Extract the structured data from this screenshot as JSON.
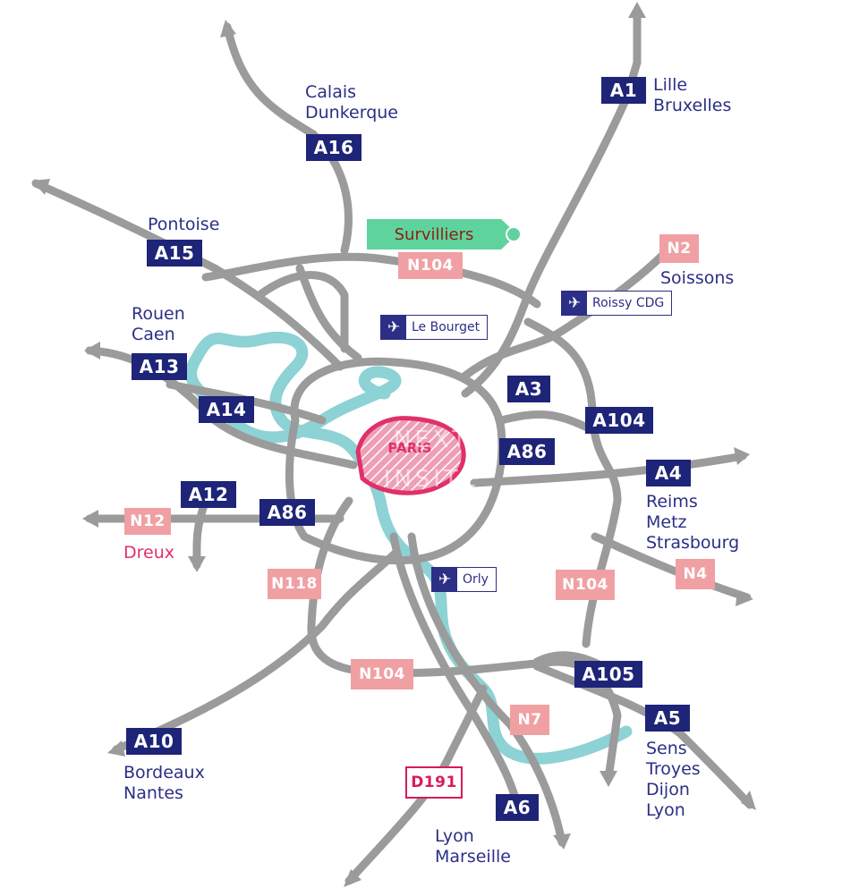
{
  "map": {
    "city_label": "PARIS",
    "watermark": [
      "NEXT",
      "INSITE"
    ],
    "colors": {
      "motorway": "#1e2477",
      "national": "#f0a0a3",
      "departmental": "#d81c56",
      "road": "#9b9b9b",
      "river": "#8dd2d4",
      "city": "#e0306a",
      "marker": "#5fd39e",
      "text": "#2b2f86"
    },
    "marker": {
      "label": "Survilliers",
      "icon": "location-dot"
    },
    "badges": [
      {
        "id": "a1",
        "text": "A1",
        "kind": "motorway"
      },
      {
        "id": "a16",
        "text": "A16",
        "kind": "motorway"
      },
      {
        "id": "a15",
        "text": "A15",
        "kind": "motorway"
      },
      {
        "id": "a13",
        "text": "A13",
        "kind": "motorway"
      },
      {
        "id": "a14",
        "text": "A14",
        "kind": "motorway"
      },
      {
        "id": "a3",
        "text": "A3",
        "kind": "motorway"
      },
      {
        "id": "a104",
        "text": "A104",
        "kind": "motorway"
      },
      {
        "id": "a86e",
        "text": "A86",
        "kind": "motorway"
      },
      {
        "id": "a4",
        "text": "A4",
        "kind": "motorway"
      },
      {
        "id": "a12",
        "text": "A12",
        "kind": "motorway"
      },
      {
        "id": "a86w",
        "text": "A86",
        "kind": "motorway"
      },
      {
        "id": "a105",
        "text": "A105",
        "kind": "motorway"
      },
      {
        "id": "a5",
        "text": "A5",
        "kind": "motorway"
      },
      {
        "id": "a10",
        "text": "A10",
        "kind": "motorway"
      },
      {
        "id": "a6",
        "text": "A6",
        "kind": "motorway"
      },
      {
        "id": "n104n",
        "text": "N104",
        "kind": "national"
      },
      {
        "id": "n2",
        "text": "N2",
        "kind": "national"
      },
      {
        "id": "n12",
        "text": "N12",
        "kind": "national"
      },
      {
        "id": "n118",
        "text": "N118",
        "kind": "national"
      },
      {
        "id": "n104e",
        "text": "N104",
        "kind": "national"
      },
      {
        "id": "n4",
        "text": "N4",
        "kind": "national"
      },
      {
        "id": "n104s",
        "text": "N104",
        "kind": "national"
      },
      {
        "id": "n7",
        "text": "N7",
        "kind": "national"
      },
      {
        "id": "d191",
        "text": "D191",
        "kind": "departmental"
      }
    ],
    "airports": [
      {
        "id": "roissy",
        "name": "Roissy CDG",
        "icon": "plane-icon"
      },
      {
        "id": "bourget",
        "name": "Le Bourget",
        "icon": "plane-icon"
      },
      {
        "id": "orly",
        "name": "Orly",
        "icon": "plane-icon"
      }
    ],
    "destinations": [
      {
        "id": "lille",
        "text": "Lille\nBruxelles",
        "color": "blue"
      },
      {
        "id": "calais",
        "text": "Calais\nDunkerque",
        "color": "blue"
      },
      {
        "id": "pontoise",
        "text": "Pontoise",
        "color": "blue"
      },
      {
        "id": "soissons",
        "text": "Soissons",
        "color": "blue"
      },
      {
        "id": "rouen",
        "text": "Rouen\nCaen",
        "color": "blue"
      },
      {
        "id": "reims",
        "text": "Reims\nMetz\nStrasbourg",
        "color": "blue"
      },
      {
        "id": "dreux",
        "text": "Dreux",
        "color": "red"
      },
      {
        "id": "sens",
        "text": "Sens\nTroyes\nDijon\nLyon",
        "color": "blue"
      },
      {
        "id": "bordeaux",
        "text": "Bordeaux\nNantes",
        "color": "blue"
      },
      {
        "id": "lyon",
        "text": "Lyon\nMarseille",
        "color": "blue"
      }
    ]
  }
}
